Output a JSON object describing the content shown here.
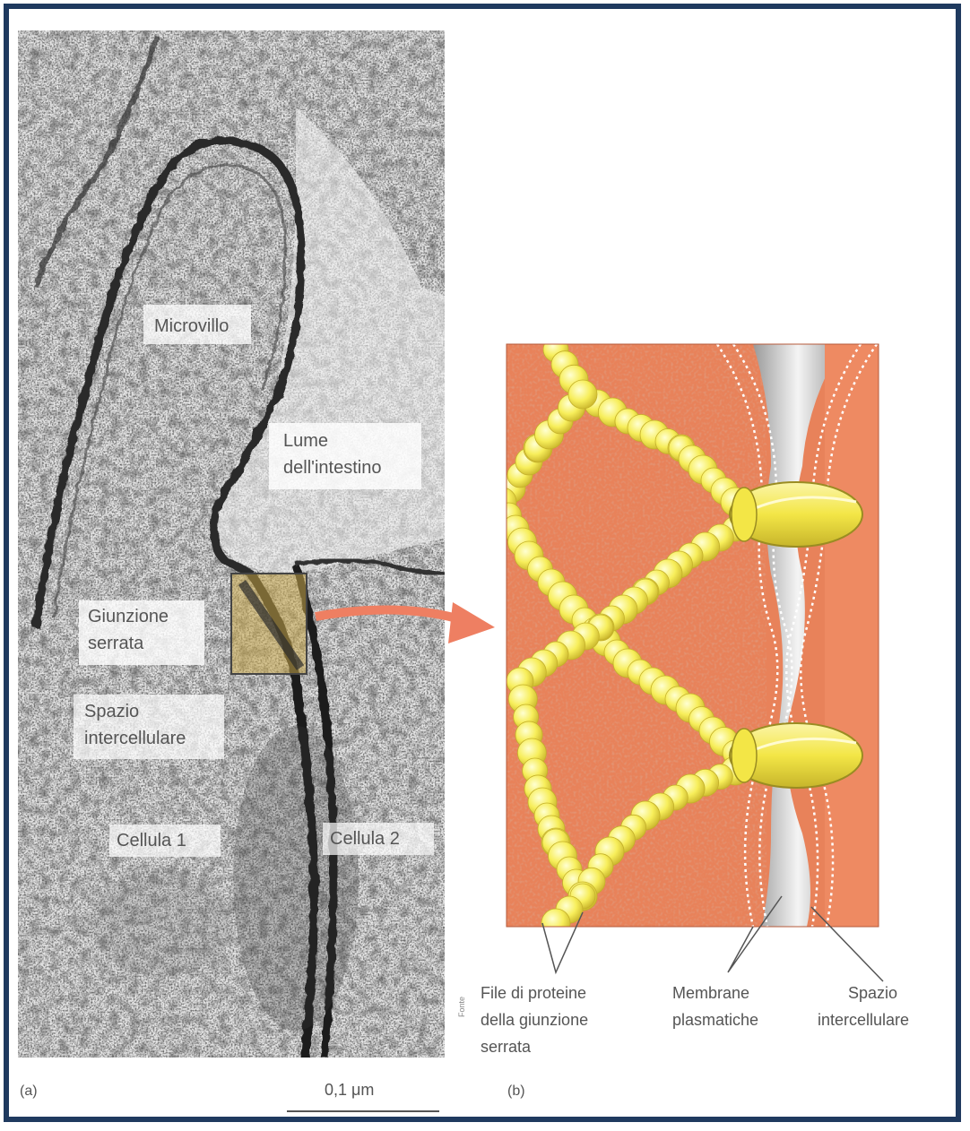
{
  "micrograph": {
    "labels": {
      "microvillus": "Microvillo",
      "lumen_line1": "Lume",
      "lumen_line2": "dell'intestino",
      "junction_line1": "Giunzione",
      "junction_line2": "serrata",
      "space_line1": "Spazio",
      "space_line2": "intercellulare",
      "cell1": "Cellula 1",
      "cell2": "Cellula 2"
    },
    "panel_letter": "(a)",
    "scale_bar_text": "0,1 μm",
    "side_credit": "Fonte"
  },
  "schematic": {
    "panel_letter": "(b)",
    "labels": {
      "proteins_line1": "File di proteine",
      "proteins_line2": "della giunzione",
      "proteins_line3": "serrata",
      "membranes_line1": "Membrane",
      "membranes_line2": "plasmatiche",
      "space_line1": "Spazio",
      "space_line2": "intercellulare"
    }
  },
  "colors": {
    "frame": "#1f3a5f",
    "cytoplasm": "#e8825a",
    "protein": "#f6ee5a",
    "arrow": "#ee7f62",
    "highlight": "#c9a84a"
  }
}
